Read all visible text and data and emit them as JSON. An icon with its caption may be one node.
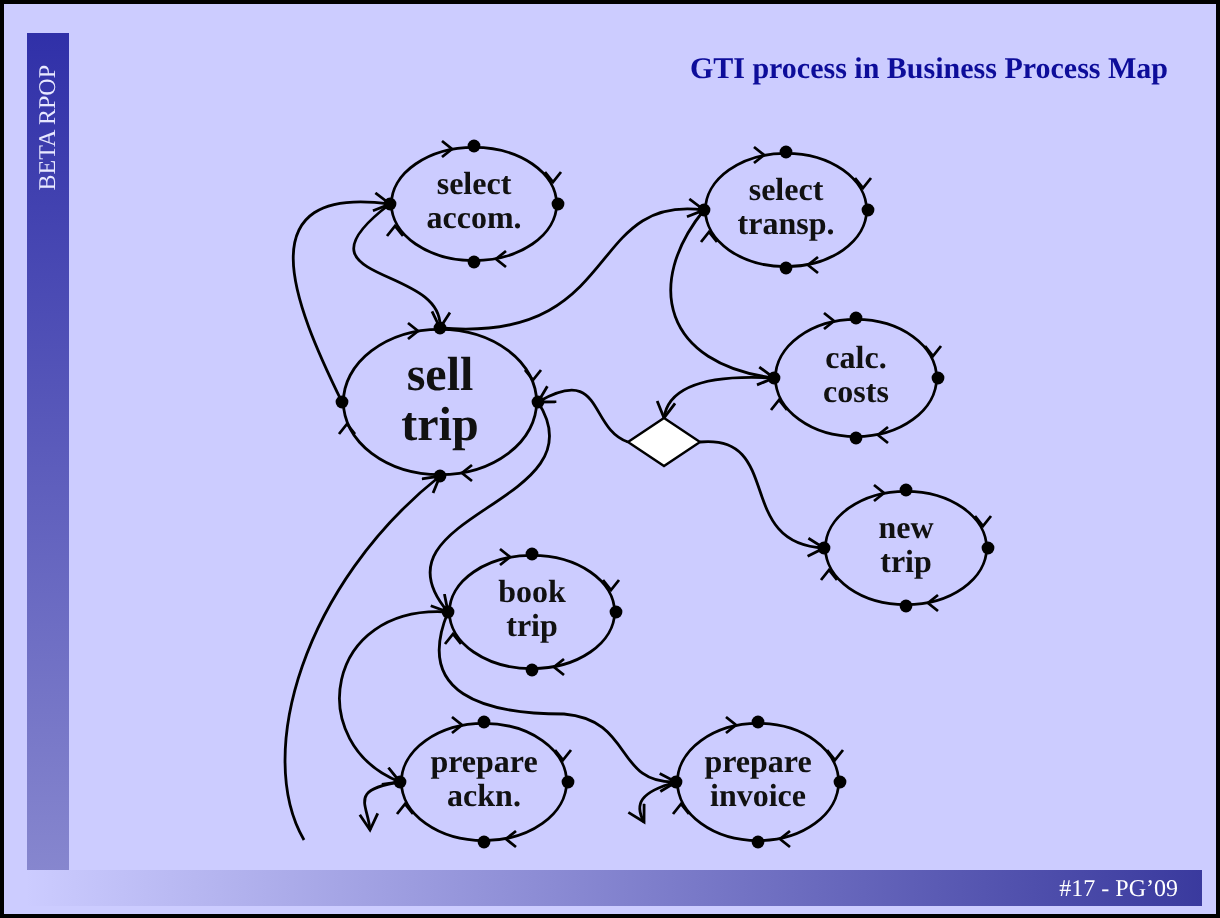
{
  "diagram": {
    "title": "GTI process in Business Process Map",
    "nodes": [
      {
        "text": [
          "select accom."
        ]
      },
      {
        "text": [
          "select transp."
        ]
      },
      {
        "text": [
          "sell trip"
        ]
      },
      {
        "text": [
          "calc. costs"
        ]
      },
      {
        "text": [],
        "shape": "diamond"
      },
      {
        "text": [
          "new trip"
        ]
      },
      {
        "text": [
          "book trip"
        ]
      },
      {
        "text": [
          "prepare ackn."
        ]
      },
      {
        "text": [
          "prepare invoice"
        ]
      }
    ],
    "edges": [
      {
        "from": 2,
        "to": 0,
        "arrow": "to"
      },
      {
        "from": 0,
        "to": 2,
        "arrow": "to"
      },
      {
        "from": 2,
        "to": 1,
        "arrow": "to"
      },
      {
        "from": 1,
        "to": 3,
        "arrow": "to"
      },
      {
        "from": 3,
        "to": 4,
        "arrow": "to"
      },
      {
        "from": 4,
        "to": 2,
        "arrow": "to"
      },
      {
        "from": 4,
        "to": 5,
        "arrow": "to"
      },
      {
        "from": 2,
        "to": 6,
        "arrow": "to"
      },
      {
        "from": 6,
        "to": 7,
        "arrow": "to"
      },
      {
        "from": 6,
        "to": 8,
        "arrow": "to"
      },
      {
        "from": null,
        "to": 2,
        "arrow": "to"
      },
      {
        "from": 7,
        "to": null,
        "arrow": "to"
      },
      {
        "from": 8,
        "to": null,
        "arrow": "to"
      }
    ],
    "labels": [
      "BETA RPOP",
      "#17 - PG’09"
    ]
  }
}
